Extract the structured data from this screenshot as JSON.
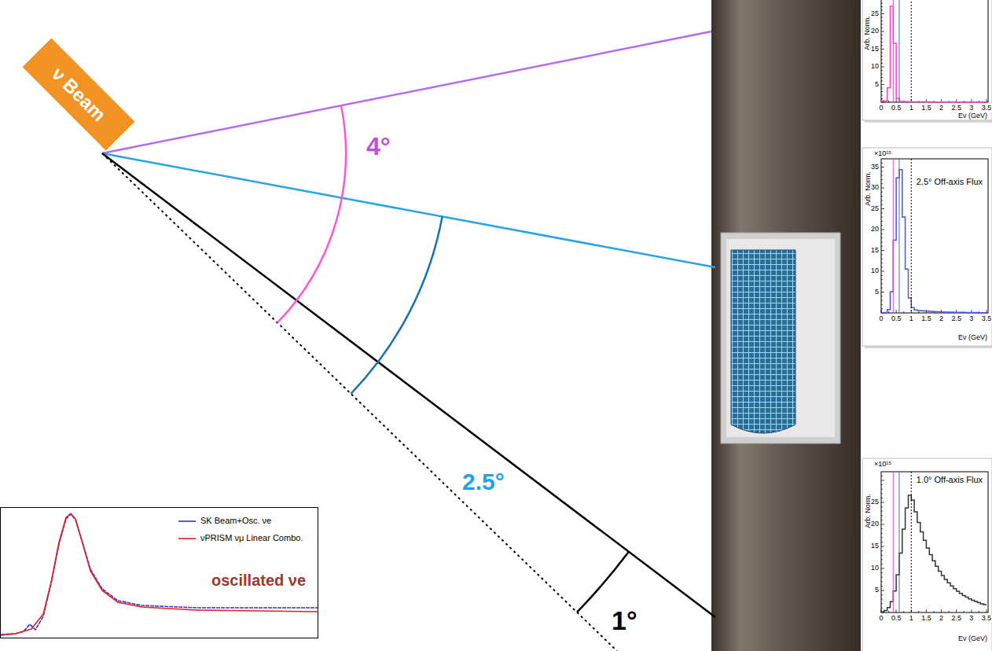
{
  "diagram": {
    "nodes": [
      {
        "text": [
          "ν Beam"
        ]
      },
      {
        "text": [
          "Arb. Norm.",
          "Eν (GeV)"
        ]
      },
      {
        "text": [
          "×10¹⁵",
          "2.5° Off-axis Flux",
          "Arb. Norm.",
          "Eν (GeV)"
        ]
      },
      {
        "text": [
          "×10¹⁵",
          "1.0° Off-axis Flux",
          "Arb. Norm.",
          "Eν (GeV)"
        ]
      },
      {
        "text": [
          "oscillated νe"
        ]
      }
    ],
    "labels": [
      "4°",
      "2.5°",
      "1°",
      "0",
      "0.5",
      "1",
      "1.5",
      "2",
      "2.5",
      "3",
      "3.5",
      "5",
      "10",
      "15",
      "20",
      "25",
      "0",
      "0.5",
      "1",
      "1.5",
      "2",
      "2.5",
      "3",
      "3.5",
      "5",
      "10",
      "15",
      "20",
      "25",
      "30",
      "35",
      "0",
      "0.5",
      "1",
      "1.5",
      "2",
      "2.5",
      "3",
      "3.5",
      "5",
      "10",
      "15",
      "20",
      "25"
    ],
    "legend": [
      {
        "text": "SK Beam+Osc. νe"
      },
      {
        "text": "νPRISM νμ Linear Combo."
      }
    ]
  }
}
